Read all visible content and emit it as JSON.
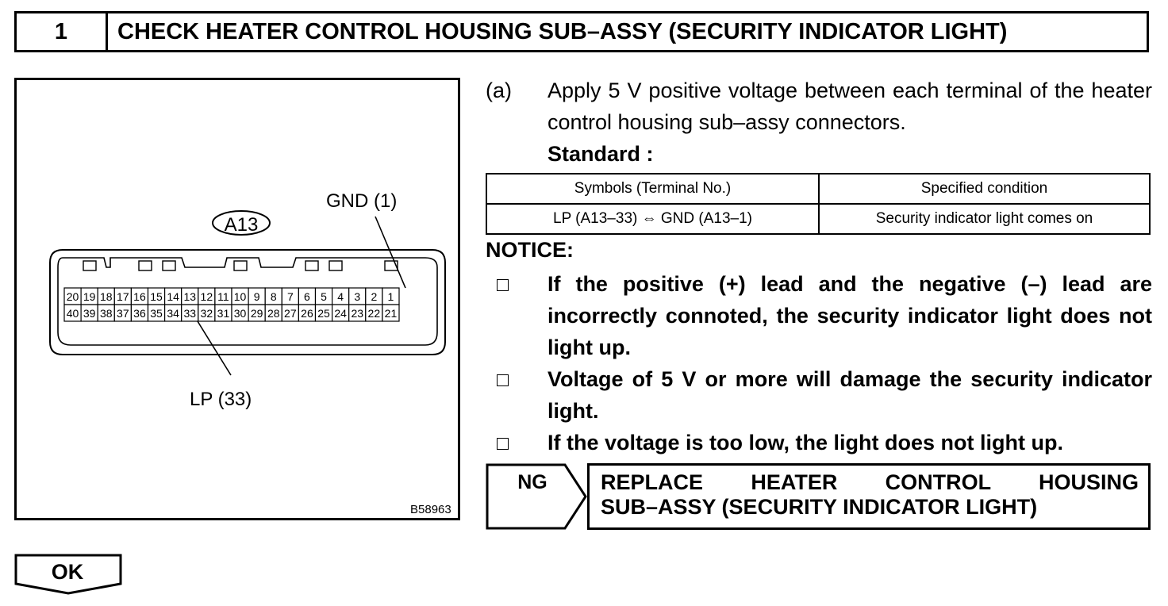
{
  "header": {
    "step_number": "1",
    "title": "CHECK HEATER CONTROL HOUSING SUB–ASSY (SECURITY INDICATOR LIGHT)"
  },
  "figure": {
    "connector_id": "A13",
    "gnd_label": "GND (1)",
    "lp_label": "LP (33)",
    "figure_code": "B58963",
    "pins_top": [
      "20",
      "19",
      "18",
      "17",
      "16",
      "15",
      "14",
      "13",
      "12",
      "11",
      "10",
      "9",
      "8",
      "7",
      "6",
      "5",
      "4",
      "3",
      "2",
      "1"
    ],
    "pins_bottom": [
      "40",
      "39",
      "38",
      "37",
      "36",
      "35",
      "34",
      "33",
      "32",
      "31",
      "30",
      "29",
      "28",
      "27",
      "26",
      "25",
      "24",
      "23",
      "22",
      "21"
    ]
  },
  "step_a": {
    "label": "(a)",
    "text": "Apply 5 V positive voltage between each terminal of the heater control housing sub–assy connectors.",
    "standard_label": "Standard :"
  },
  "spec_table": {
    "headers": [
      "Symbols (Terminal No.)",
      "Specified condition"
    ],
    "rows": [
      [
        "LP (A13–33) ⇔ GND (A13–1)",
        "Security indicator light comes on"
      ]
    ]
  },
  "notice": {
    "title": "NOTICE:",
    "items": [
      "If the positive (+) lead and the negative (–) lead are incorrectly connoted, the security indicator light does not light up.",
      "Voltage of 5 V or more will damage the security indicator light.",
      "If the voltage is too low, the light does not light up."
    ]
  },
  "ng": {
    "label": "NG",
    "result_line1": "REPLACE HEATER CONTROL HOUSING",
    "result_line2": "SUB–ASSY (SECURITY INDICATOR LIGHT)"
  },
  "ok": {
    "label": "OK"
  }
}
